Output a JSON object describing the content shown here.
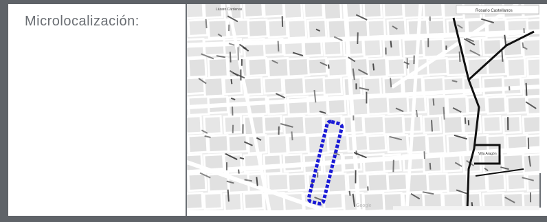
{
  "section": {
    "title": "Microlocalización:"
  },
  "map": {
    "provider_mark": "Google",
    "badge_top_right": "Rosario Castellanos",
    "street_top_left": "Lázaro Cárdenas",
    "landmark_label": "Villa Aragón",
    "highlight_color": "#1a1ad6",
    "bar_color": "#5f6368"
  }
}
